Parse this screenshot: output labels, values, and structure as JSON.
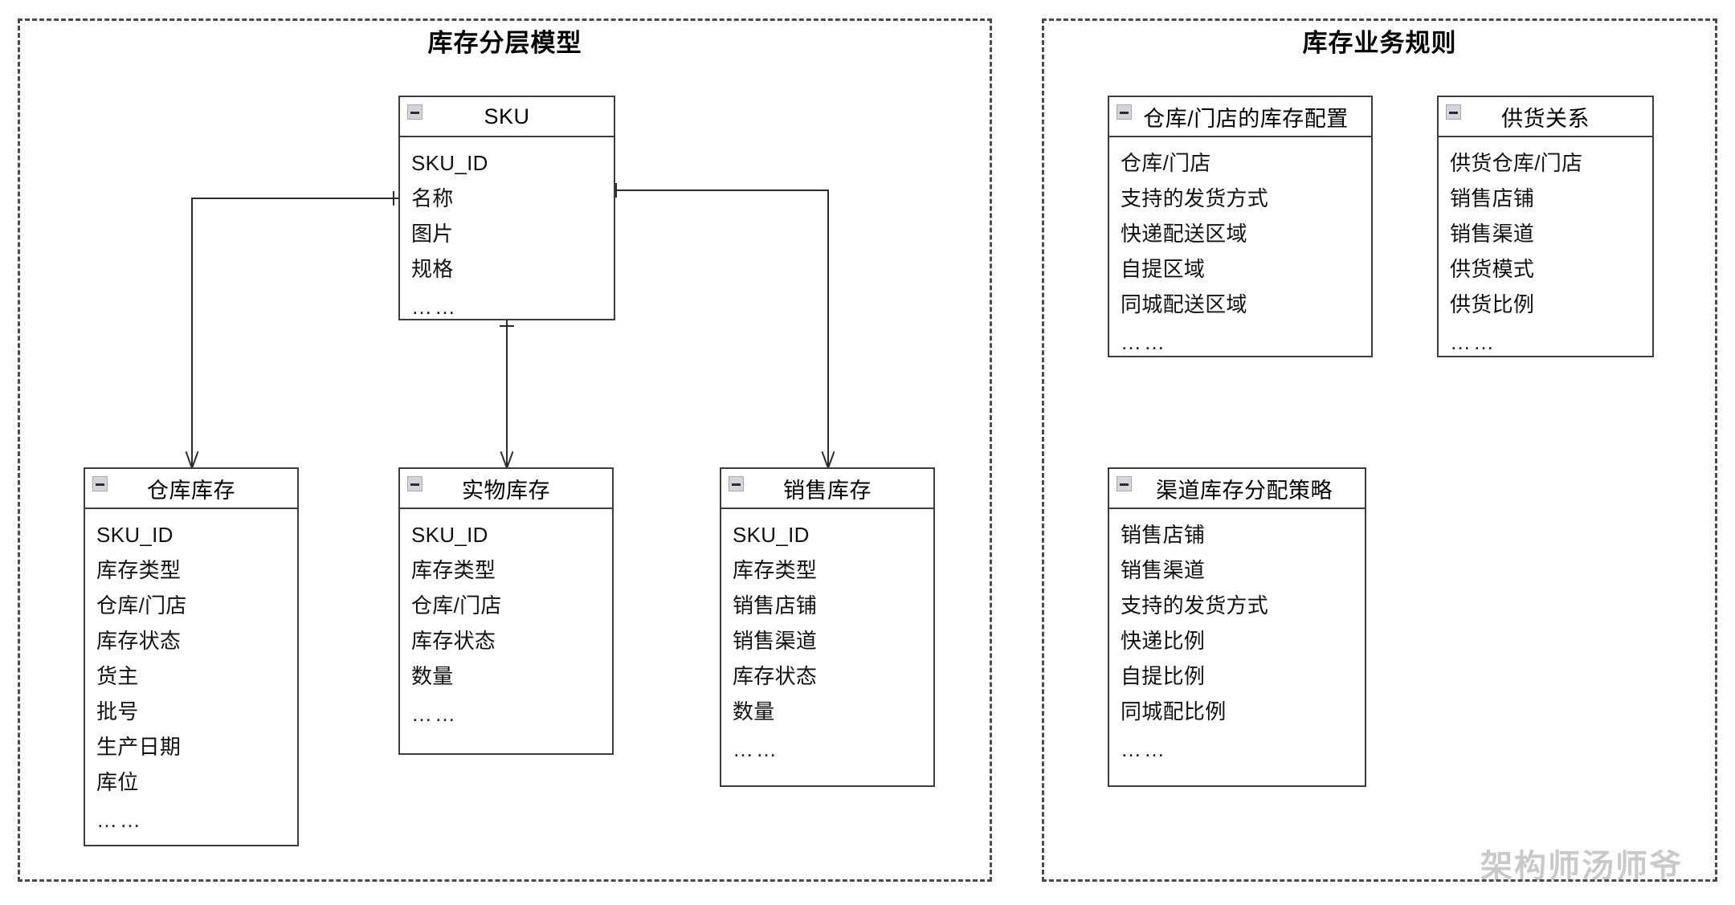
{
  "diagram": {
    "watermark": "架构师汤师爷"
  },
  "panels": [
    {
      "title": "库存分层模型"
    },
    {
      "title": "库存业务规则"
    }
  ],
  "icons": {
    "collapse": "collapse-minus-icon"
  },
  "entities": {
    "sku": {
      "title": "SKU",
      "fields": [
        "SKU_ID",
        "名称",
        "图片",
        "规格",
        "……"
      ]
    },
    "warehouse_inventory": {
      "title": "仓库库存",
      "fields": [
        "SKU_ID",
        "库存类型",
        "仓库/门店",
        "库存状态",
        "货主",
        "批号",
        "生产日期",
        "库位",
        "……"
      ]
    },
    "physical_inventory": {
      "title": "实物库存",
      "fields": [
        "SKU_ID",
        "库存类型",
        "仓库/门店",
        "库存状态",
        "数量",
        "……"
      ]
    },
    "sales_inventory": {
      "title": "销售库存",
      "fields": [
        "SKU_ID",
        "库存类型",
        "销售店铺",
        "销售渠道",
        "库存状态",
        "数量",
        "……"
      ]
    },
    "store_inventory_config": {
      "title": "仓库/门店的库存配置",
      "fields": [
        "仓库/门店",
        "支持的发货方式",
        "快递配送区域",
        "自提区域",
        "同城配送区域",
        "……"
      ]
    },
    "supply_relation": {
      "title": "供货关系",
      "fields": [
        "供货仓库/门店",
        "销售店铺",
        "销售渠道",
        "供货模式",
        "供货比例",
        "……"
      ]
    },
    "channel_allocation_policy": {
      "title": "渠道库存分配策略",
      "fields": [
        "销售店铺",
        "销售渠道",
        "支持的发货方式",
        "快递比例",
        "自提比例",
        "同城配比例",
        "……"
      ]
    }
  },
  "relationships": [
    {
      "from": "sku",
      "to": "warehouse_inventory",
      "from_cardinality": "one",
      "to_cardinality": "many"
    },
    {
      "from": "sku",
      "to": "physical_inventory",
      "from_cardinality": "one",
      "to_cardinality": "many"
    },
    {
      "from": "sku",
      "to": "sales_inventory",
      "from_cardinality": "one",
      "to_cardinality": "many"
    }
  ],
  "colors": {
    "panel_border": "#4a4a52",
    "entity_border": "#3b3b40",
    "line": "#2b2b2b",
    "icon_fill": "#d4d4dc",
    "background": "#ffffff"
  }
}
